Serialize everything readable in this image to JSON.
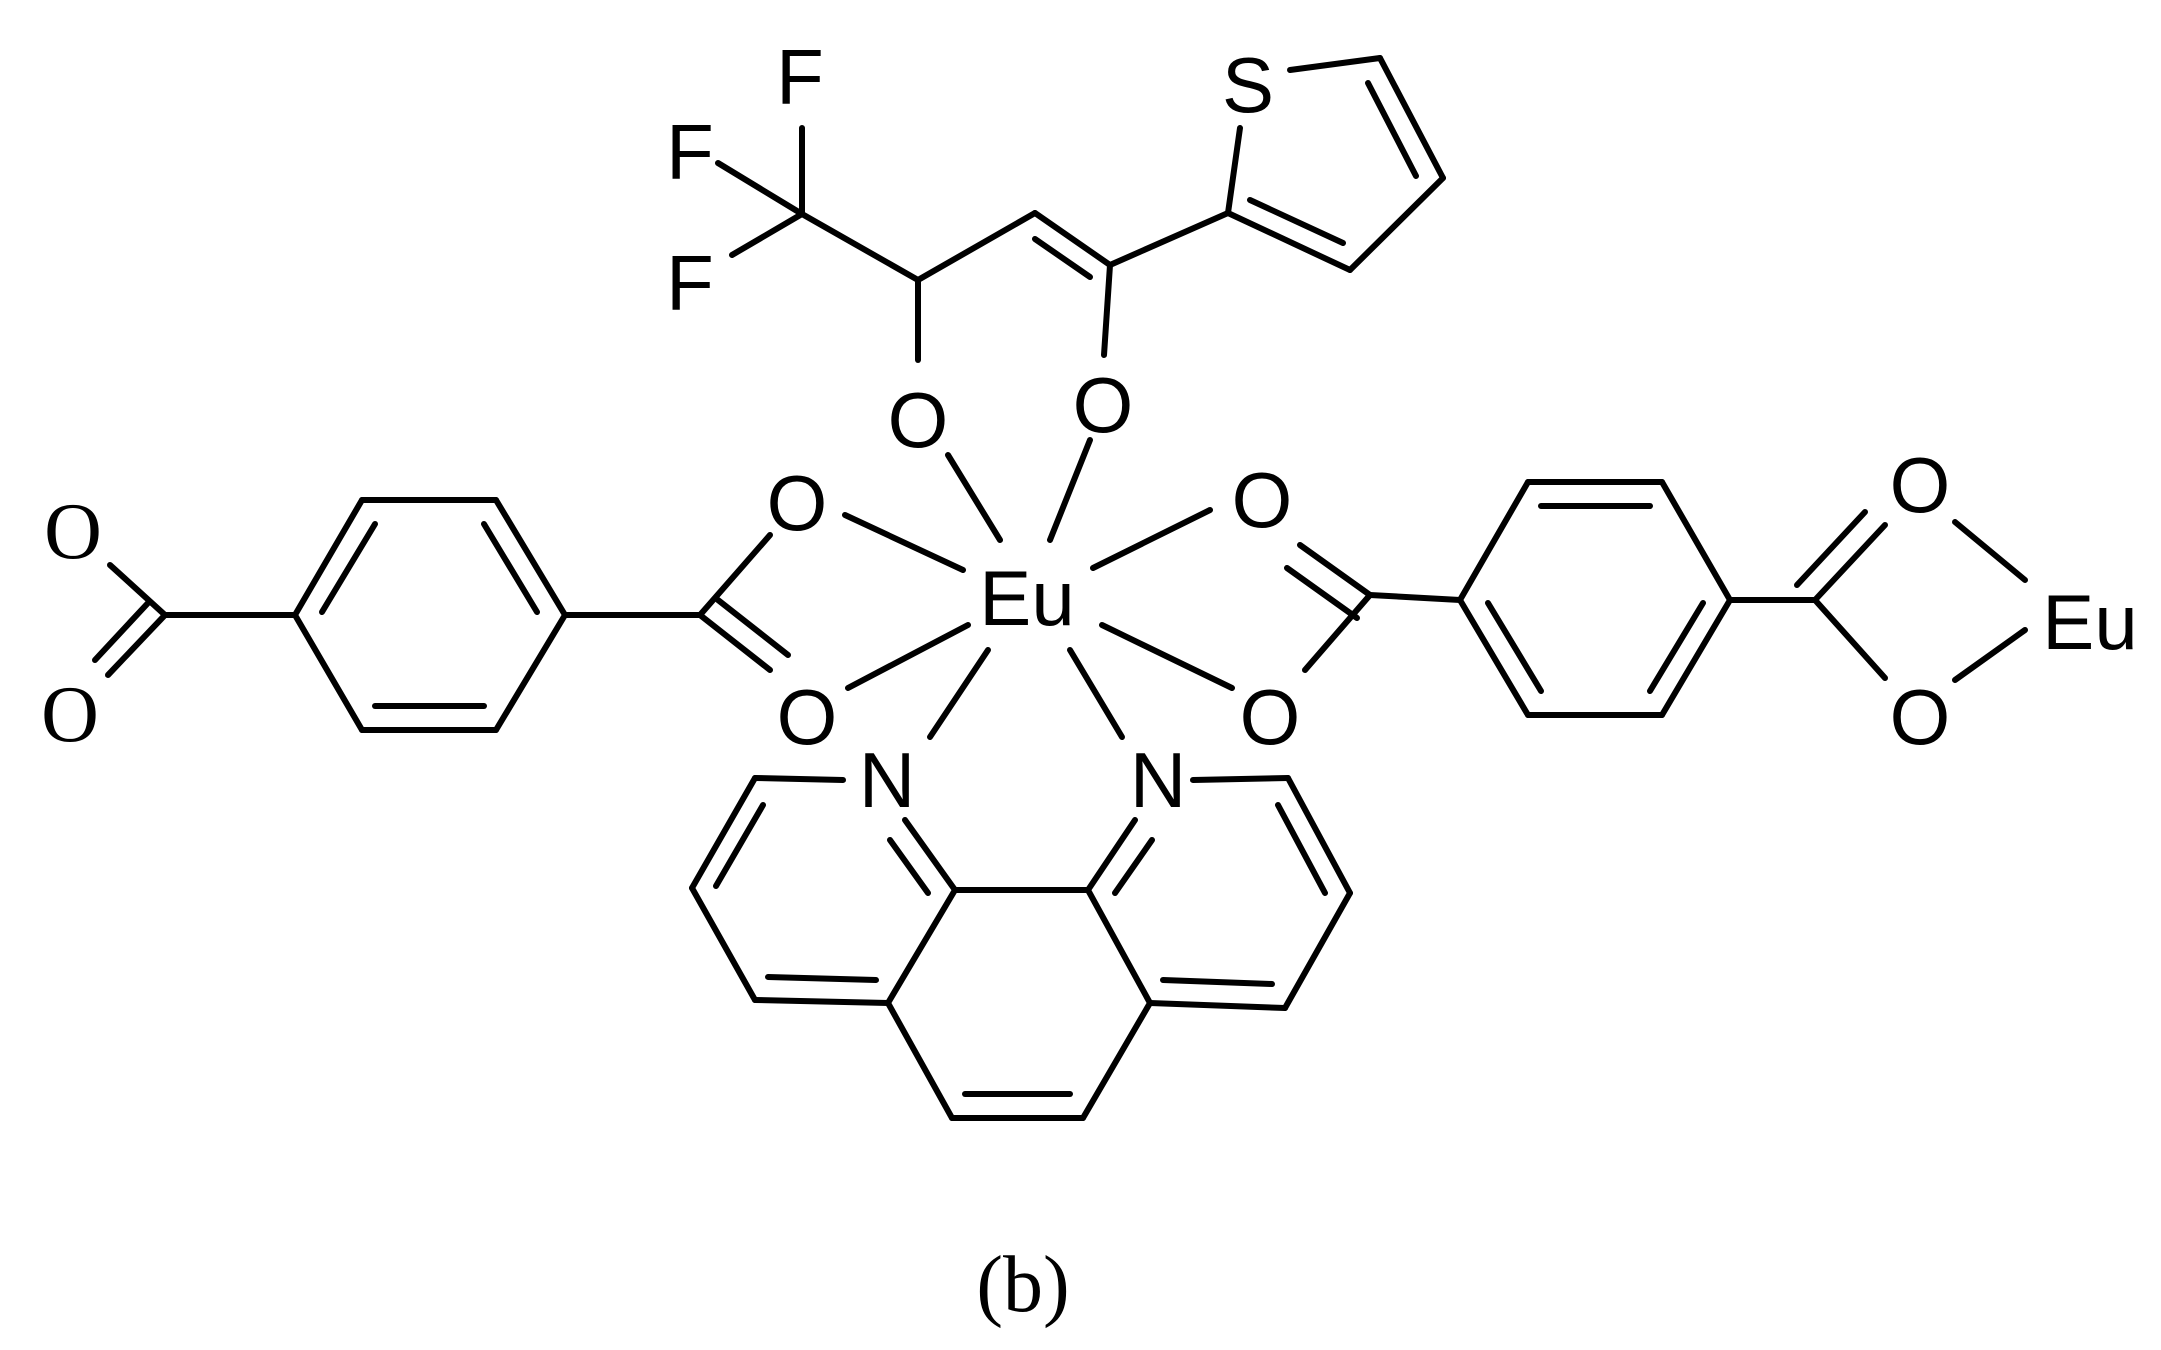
{
  "diagram": {
    "caption": "(b)",
    "atoms": {
      "eu_center": "Eu",
      "eu_right": "Eu",
      "s_thiophene": "S",
      "f1": "F",
      "f2": "F",
      "f3": "F",
      "o_tta_left": "O",
      "o_tta_right": "O",
      "o_carbox_left_top": "O",
      "o_carbox_left_bottom": "O",
      "o_carbox_right_top": "O",
      "o_carbox_right_bottom": "O",
      "o_far_left_top": "O",
      "o_far_left_bottom": "O",
      "o_far_right_top": "O",
      "o_far_right_bottom": "O",
      "n_left": "N",
      "n_right": "N"
    }
  }
}
